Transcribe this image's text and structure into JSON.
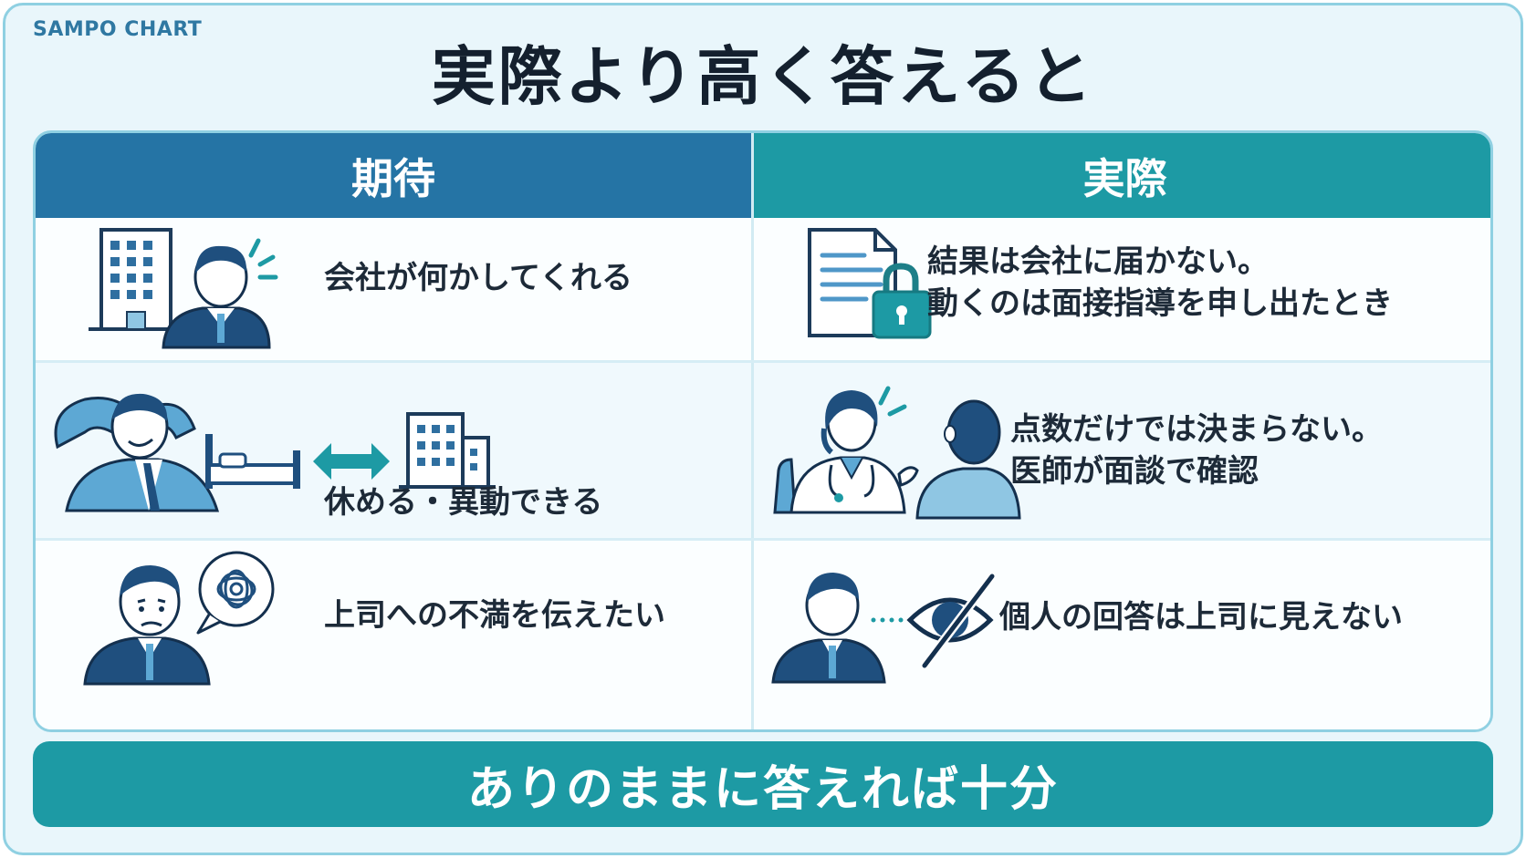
{
  "brand": "SAMPO CHART",
  "title": "実際より高く答えると",
  "columns": {
    "left": "期待",
    "right": "実際"
  },
  "rows": [
    {
      "left": {
        "text": "会社が何かしてくれる",
        "icon": "office-building-and-employee-icon"
      },
      "right": {
        "line1": "結果は会社に届かない。",
        "line2": "動くのは面接指導を申し出たとき",
        "icon": "locked-document-icon"
      }
    },
    {
      "left": {
        "text": "休める・異動できる",
        "icon": "relaxing-person-bed-building-icon"
      },
      "right": {
        "line1": "点数だけでは決まらない。",
        "line2": "医師が面談で確認",
        "icon": "doctor-consultation-icon"
      }
    },
    {
      "left": {
        "text": "上司への不満を伝えたい",
        "icon": "worried-employee-thought-bubble-icon"
      },
      "right": {
        "text": "個人の回答は上司に見えない",
        "icon": "employee-hidden-eye-icon"
      }
    }
  ],
  "footer": "ありのままに答えれば十分",
  "colors": {
    "left_header": "#2574a5",
    "right_header": "#1d9aa4",
    "navy_figure": "#1f4f7e",
    "teal_accent": "#1d9aa4"
  }
}
